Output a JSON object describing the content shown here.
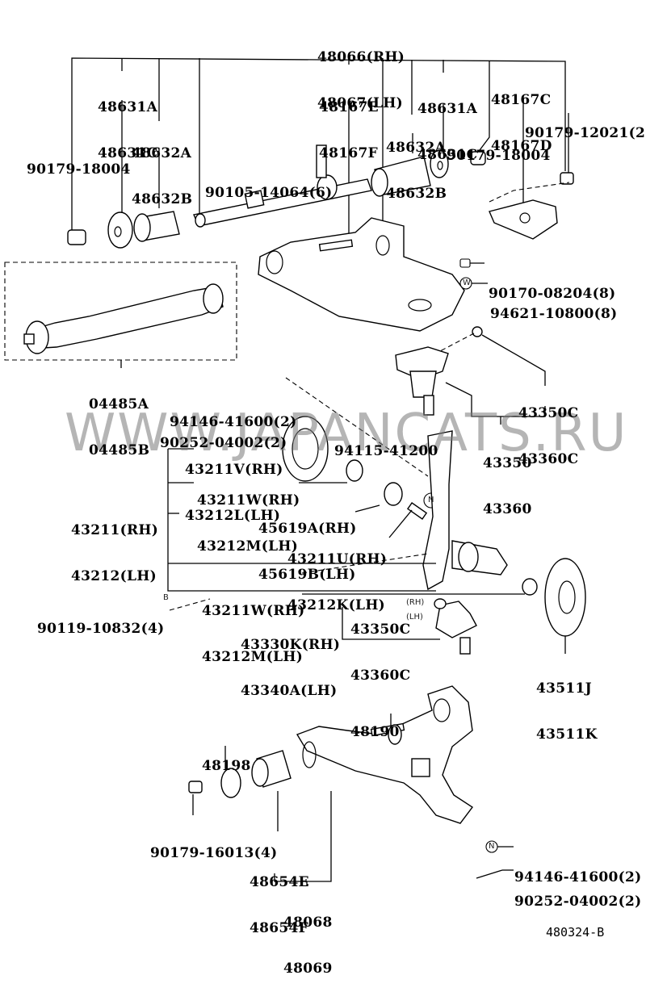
{
  "figure_id": "480324-B",
  "watermark": "WWW.JAPANCATS.RU",
  "side_notes": {
    "rh": "(RH)",
    "lh": "(LH)"
  },
  "symbols": {
    "nut_n": "N",
    "washer_w": "W",
    "bolt_b": "B"
  },
  "labels": {
    "upper_arm_assy": [
      "48066(RH)",
      "48067(LH)"
    ],
    "bushing_left_a": [
      "48631A",
      "48631C"
    ],
    "bushing_left_b": [
      "48632A",
      "48632B"
    ],
    "nut_left": [
      "90179-18004"
    ],
    "bolt_upper": [
      "90105-14064(6)"
    ],
    "shim_e": [
      "48167E",
      "48167F"
    ],
    "bushing_right_a": [
      "48631A",
      "48631C"
    ],
    "bushing_right_b": [
      "48632A",
      "48632B"
    ],
    "nut_right": [
      "90179-18004"
    ],
    "shim_c": [
      "48167C",
      "48167D"
    ],
    "nut_12021": [
      "90179-12021(2)"
    ],
    "nut_08204": [
      "90170-08204(8)"
    ],
    "washer_10800": [
      "94621-10800(8)"
    ],
    "shaft_kit": [
      "04485A",
      "04485B"
    ],
    "ball_joint_upper_c": [
      "43350C",
      "43360C"
    ],
    "ball_joint_upper": [
      "43350",
      "43360"
    ],
    "cotter_nut": [
      "94146-41600(2)"
    ],
    "cotter_pin": [
      "90252-04002(2)"
    ],
    "nut_41200": [
      "94115-41200"
    ],
    "dust_seal": [
      "43211V(RH)",
      "43212L(LH)"
    ],
    "knuckle_bush": [
      "43211W(RH)",
      "43212M(LH)"
    ],
    "knuckle": [
      "43211(RH)",
      "43212(LH)"
    ],
    "stopper": [
      "45619A(RH)",
      "45619B(LH)"
    ],
    "bolt_stop": [
      "43211U(RH)",
      "43212K(LH)"
    ],
    "bolt_10832": [
      "90119-10832(4)"
    ],
    "knuckle_bush_lower": [
      "43211W(RH)",
      "43212M(LH)"
    ],
    "lower_bj_c": [
      "43350C",
      "43360C"
    ],
    "lower_bj": [
      "43330K(RH)",
      "43340A(LH)"
    ],
    "dust_cover": [
      "43511J",
      "43511K"
    ],
    "bolt_48190": [
      "48190"
    ],
    "washer_48198": [
      "48198"
    ],
    "nut_16013": [
      "90179-16013(4)"
    ],
    "bushing_lower": [
      "48654E",
      "48654F"
    ],
    "lower_arm": [
      "48068",
      "48069"
    ],
    "cotter_nut_lower": [
      "94146-41600(2)"
    ],
    "cotter_pin_lower": [
      "90252-04002(2)"
    ]
  }
}
